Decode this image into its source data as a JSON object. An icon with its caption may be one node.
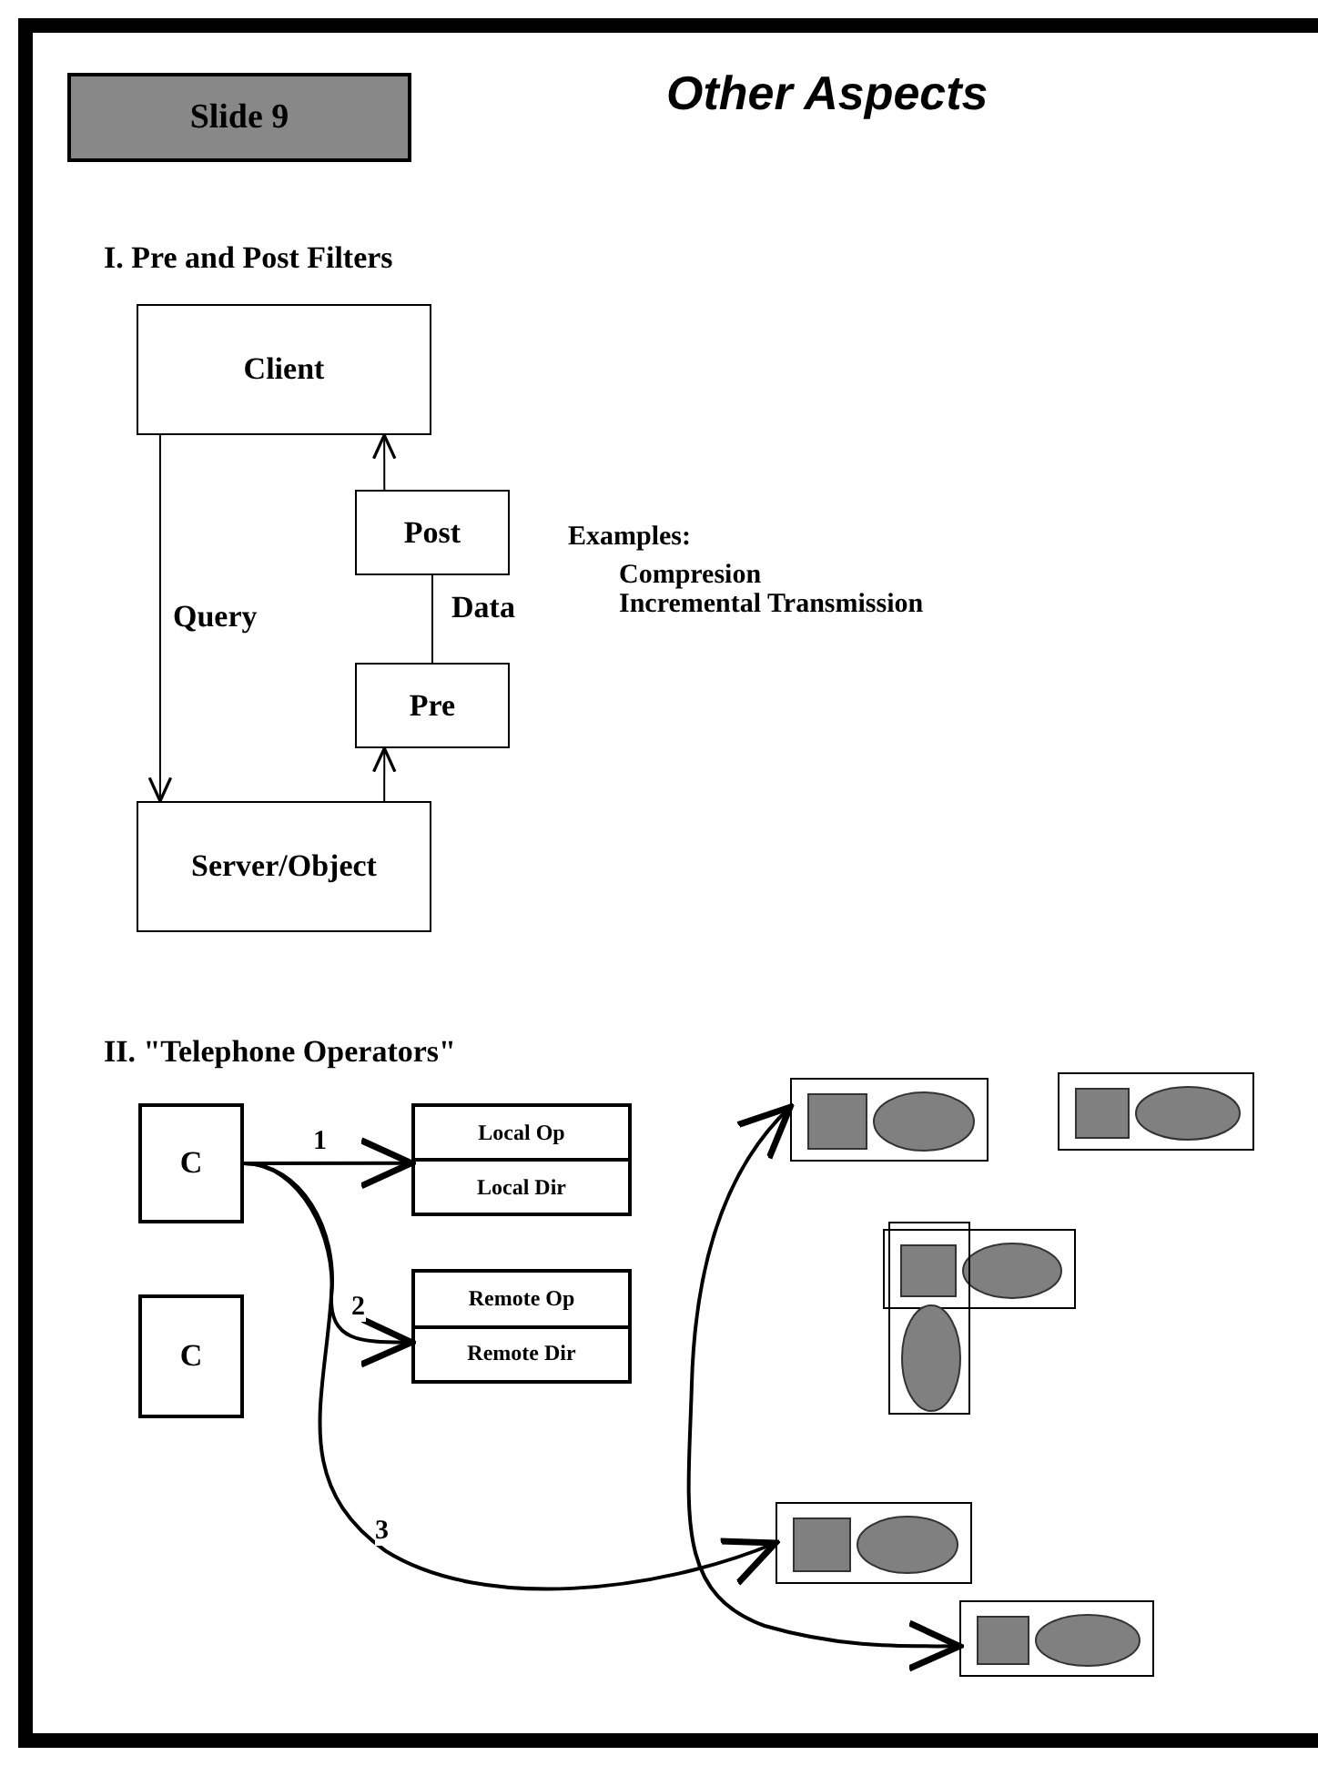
{
  "diagram": {
    "title": "Other Aspects",
    "nodes": [
      {
        "text": [
          "Slide 9"
        ]
      },
      {
        "text": [
          "Client"
        ]
      },
      {
        "text": [
          "Post"
        ]
      },
      {
        "text": [
          "Pre"
        ]
      },
      {
        "text": [
          "Server/Object"
        ]
      },
      {
        "text": [
          "C"
        ]
      },
      {
        "text": [
          "Local Op",
          "Local Dir"
        ]
      },
      {
        "text": [
          "Remote Op",
          "Remote Dir"
        ]
      },
      {
        "text": [
          "C"
        ]
      },
      {
        "text": [],
        "shape": "box"
      },
      {
        "text": [],
        "shape": "box"
      },
      {
        "text": [],
        "shape": "box"
      },
      {
        "text": [],
        "shape": "box"
      },
      {
        "text": [],
        "shape": "box"
      },
      {
        "text": [],
        "shape": "box"
      }
    ],
    "edges": [
      {
        "from": 1,
        "to": 4,
        "arrow": "to",
        "label": "Query"
      },
      {
        "from": 2,
        "to": 1,
        "arrow": "to"
      },
      {
        "from": 3,
        "to": 2,
        "arrow": "none",
        "label": "Data"
      },
      {
        "from": 4,
        "to": 3,
        "arrow": "to"
      },
      {
        "from": 5,
        "to": 6,
        "arrow": "to",
        "label": "1"
      },
      {
        "from": 5,
        "to": 7,
        "arrow": "to",
        "label": "2"
      },
      {
        "from": 5,
        "to": 13,
        "arrow": "to",
        "label": "3"
      },
      {
        "from": 9,
        "to": 14,
        "arrow": "both"
      }
    ],
    "labels": [
      "I. Pre and Post Filters",
      "Examples:",
      "Compresion",
      "Incremental Transmission",
      "II. \"Telephone Operators\""
    ]
  }
}
